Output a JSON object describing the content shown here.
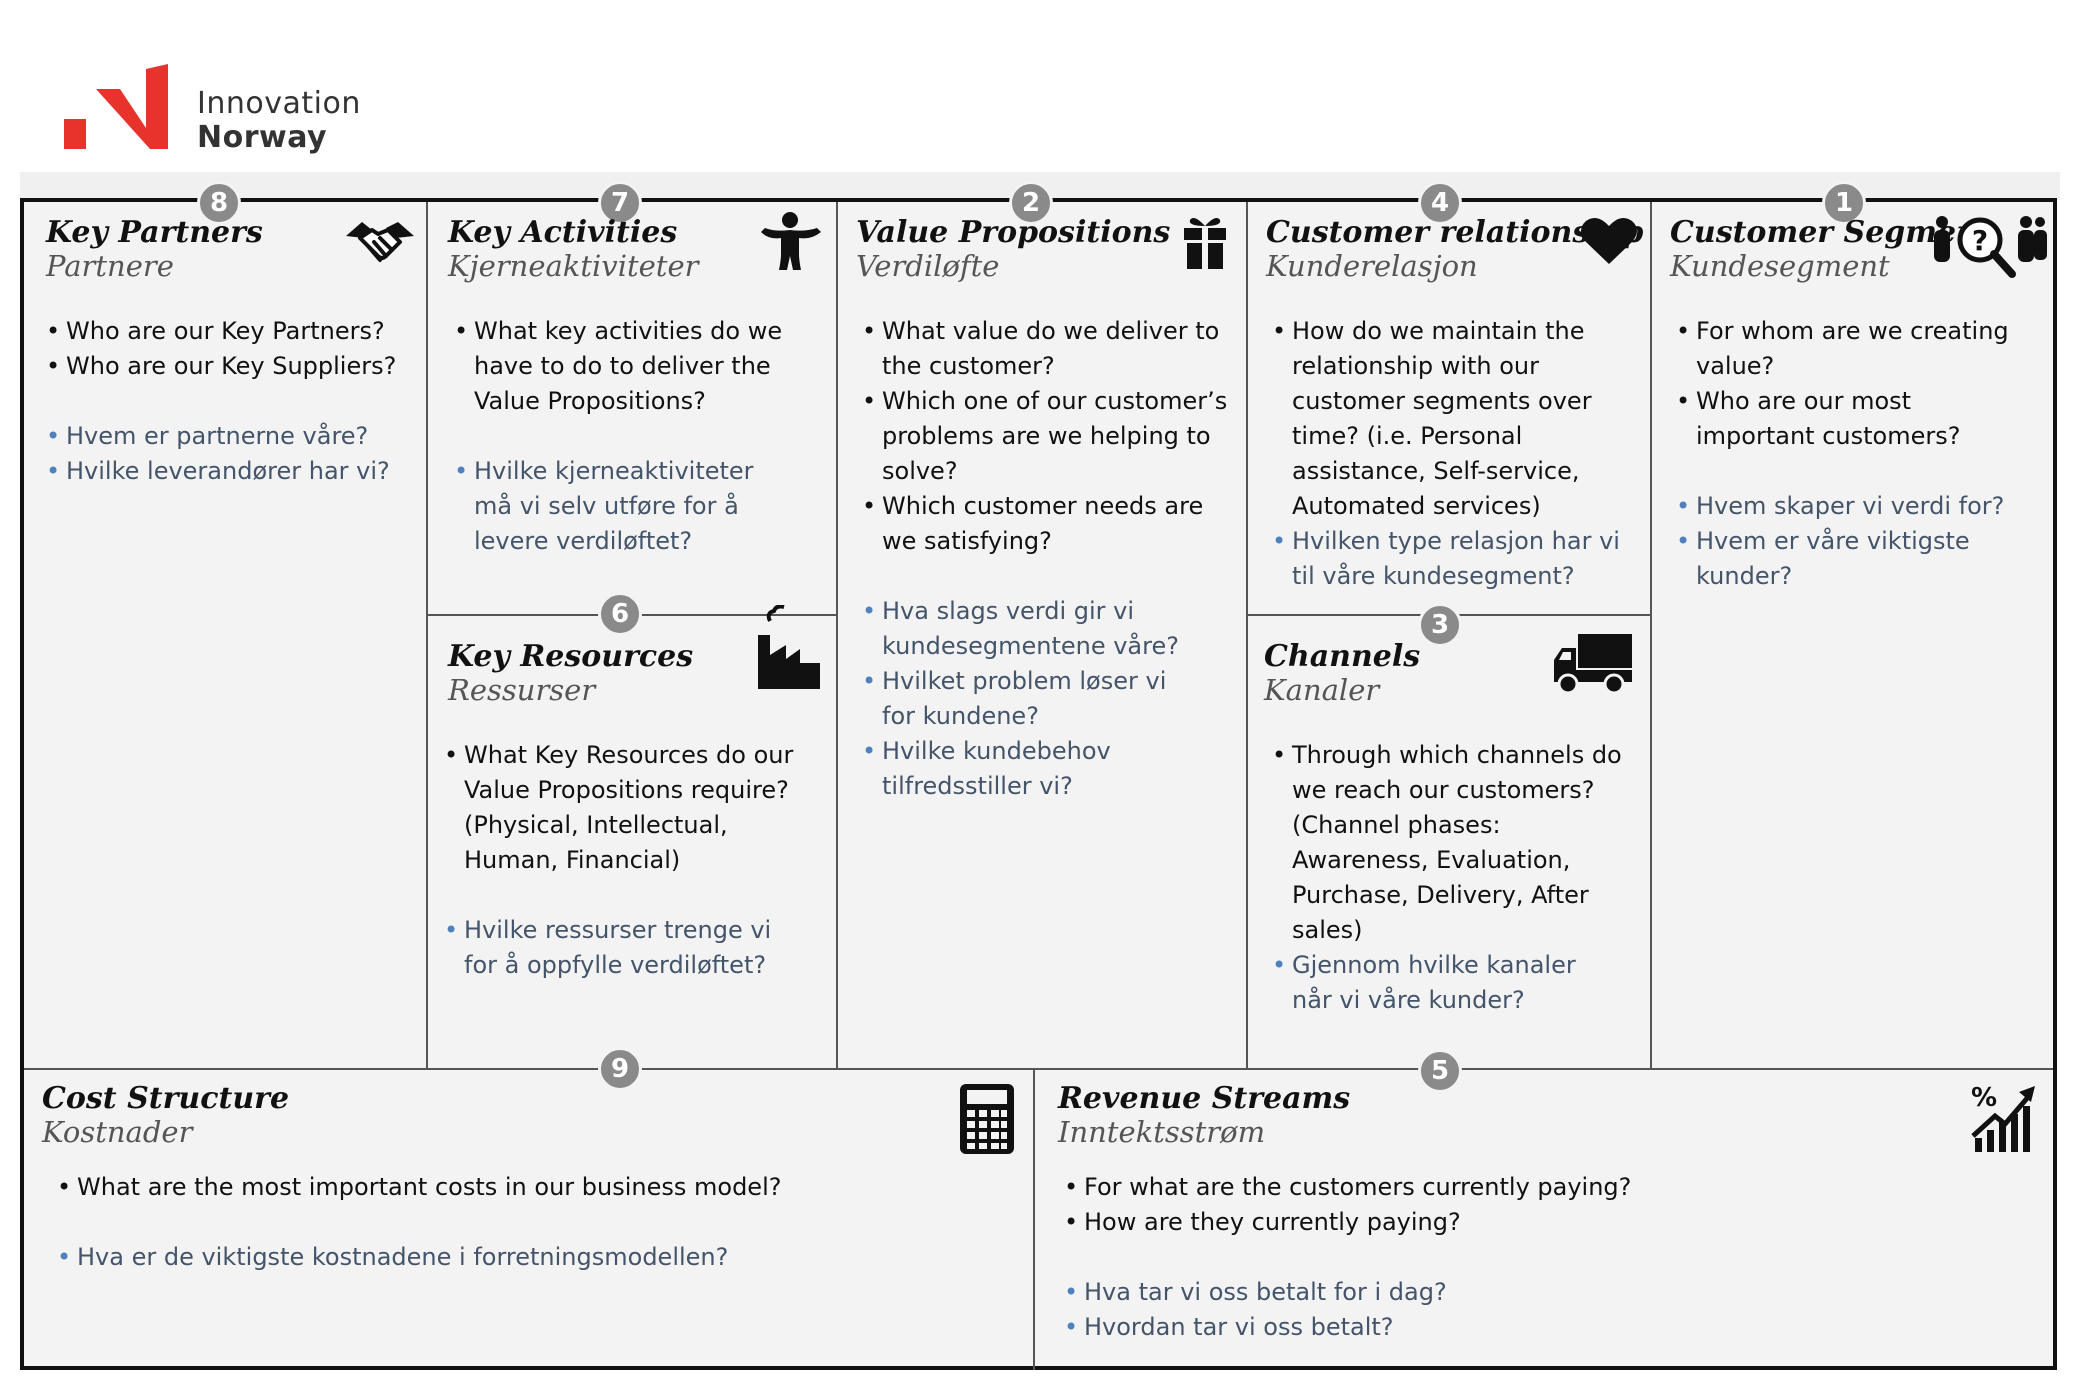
{
  "logo": {
    "line1": "Innovation",
    "line2": "Norway",
    "accent_color": "#e8332c"
  },
  "colors": {
    "badge": "#8a8a8a",
    "background": "#f3f3f3",
    "norwegian_text": "#44546a",
    "norwegian_bullet": "#4f81bd"
  },
  "blocks": {
    "key_partners": {
      "number": "8",
      "title": "Key Partners",
      "subtitle": "Partnere",
      "icon": "handshake-icon",
      "questions_en": [
        "Who are our Key Partners?",
        "Who are our Key Suppliers?"
      ],
      "questions_no": [
        "Hvem er partnerne våre?",
        "Hvilke leverandører har vi?"
      ]
    },
    "key_activities": {
      "number": "7",
      "title": "Key Activities",
      "subtitle": "Kjerneaktiviteter",
      "icon": "person-icon",
      "questions_en": [
        "What key activities do we have to do to deliver the Value Propositions?"
      ],
      "questions_no": [
        "Hvilke kjerneaktiviteter må vi selv utføre for å levere verdiløftet?"
      ]
    },
    "key_resources": {
      "number": "6",
      "title": "Key Resources",
      "subtitle": "Ressurser",
      "icon": "factory-icon",
      "questions_en": [
        "What Key Resources do our Value Propositions require? (Physical, Intellectual, Human, Financial)"
      ],
      "questions_no": [
        "Hvilke ressurser trenge vi for å oppfylle verdiløftet?"
      ]
    },
    "value_propositions": {
      "number": "2",
      "title": "Value Propositions",
      "subtitle": "Verdiløfte",
      "icon": "gift-icon",
      "questions_en": [
        "What value do we deliver to the customer?",
        "Which one of our customer’s problems are we helping to solve?",
        "Which customer needs are we satisfying?"
      ],
      "questions_no": [
        "Hva slags verdi gir vi kundesegmentene våre?",
        "Hvilket problem løser vi for kundene?",
        "Hvilke kundebehov tilfredsstiller vi?"
      ]
    },
    "customer_relationship": {
      "number": "4",
      "title": "Customer relationship",
      "subtitle": "Kunderelasjon",
      "icon": "heart-icon",
      "questions_en": [
        "How do we maintain the relationship with our customer segments over time? (i.e. Personal assistance, Self-service, Automated services)"
      ],
      "questions_no": [
        "Hvilken type relasjon har vi til våre kundesegment?"
      ]
    },
    "channels": {
      "number": "3",
      "title": "Channels",
      "subtitle": "Kanaler",
      "icon": "truck-icon",
      "questions_en": [
        "Through which channels do we reach our customers? (Channel phases: Awareness, Evaluation, Purchase, Delivery, After sales)"
      ],
      "questions_no": [
        "Gjennom hvilke kanaler når vi våre kunder?"
      ]
    },
    "customer_segment": {
      "number": "1",
      "title": "Customer Segment",
      "subtitle": "Kundesegment",
      "icon": "people-search-icon",
      "questions_en": [
        "For whom are we creating value?",
        "Who are our most important customers?"
      ],
      "questions_no": [
        "Hvem skaper vi verdi for?",
        "Hvem er våre viktigste kunder?"
      ]
    },
    "cost_structure": {
      "number": "9",
      "title": "Cost Structure",
      "subtitle": "Kostnader",
      "icon": "calculator-icon",
      "questions_en": [
        "What are the most important costs in our business model?"
      ],
      "questions_no": [
        "Hva er de viktigste kostnadene i forretningsmodellen?"
      ]
    },
    "revenue_streams": {
      "number": "5",
      "title": "Revenue Streams",
      "subtitle": "Inntektsstrøm",
      "icon": "chart-growth-icon",
      "questions_en": [
        "For what are the customers currently paying?",
        "How are they currently paying?"
      ],
      "questions_no": [
        "Hva tar vi oss betalt for i dag?",
        "Hvordan tar vi oss betalt?"
      ]
    }
  }
}
